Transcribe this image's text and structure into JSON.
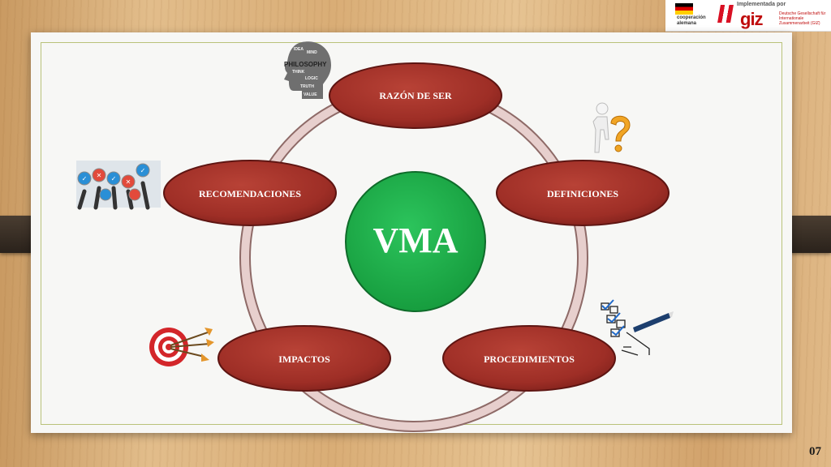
{
  "header": {
    "logo_coop_text": "cooperación alemana",
    "logo_impl_text": "Implementada por",
    "logo_giz_text": "giz",
    "logo_giz_sub": "Deutsche Gesellschaft für Internationale Zusammenarbeit (GIZ)"
  },
  "diagram": {
    "center": "VMA",
    "nodes": [
      {
        "label": "RAZÓN DE SER"
      },
      {
        "label": "DEFINICIONES"
      },
      {
        "label": "PROCEDIMIENTOS"
      },
      {
        "label": "IMPACTOS"
      },
      {
        "label": "RECOMENDACIONES"
      }
    ],
    "icons": [
      "head-words-icon",
      "question-figure-icon",
      "checklist-icon",
      "target-arrows-icon",
      "voting-hands-icon"
    ],
    "head_word": "PHILOSOPHY"
  },
  "colors": {
    "node_fill": "#a3322a",
    "node_edge": "#5e1512",
    "center_fill": "#1fae4b",
    "ring": "#c89a96",
    "accent_green": "#b9c27a"
  },
  "footer": {
    "page_number": "07"
  }
}
